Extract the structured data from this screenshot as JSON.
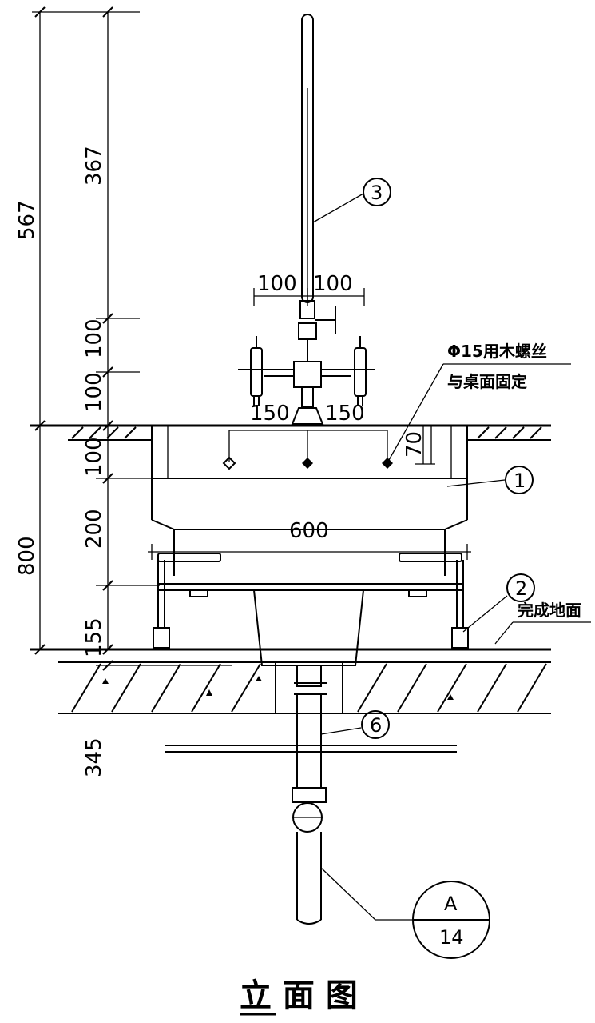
{
  "drawing": {
    "title": "立 面 图",
    "dimensions": {
      "d567": "567",
      "d367": "367",
      "d100_upper": "100",
      "d100_lower": "100",
      "d100_left_a": "100",
      "d100_right_a": "100",
      "d150_left": "150",
      "d150_right": "150",
      "d70": "70",
      "d100_basin": "100",
      "d200": "200",
      "d600": "600",
      "d155": "155",
      "d800": "800",
      "d345": "345"
    },
    "notes": {
      "screw_line1": "Φ15用木螺丝",
      "screw_line2": "与桌面固定",
      "finished_floor": "完成地面"
    },
    "callouts": {
      "c1": "1",
      "c2": "2",
      "c3": "3",
      "c6": "6",
      "detail_top": "A",
      "detail_bottom": "14"
    }
  }
}
